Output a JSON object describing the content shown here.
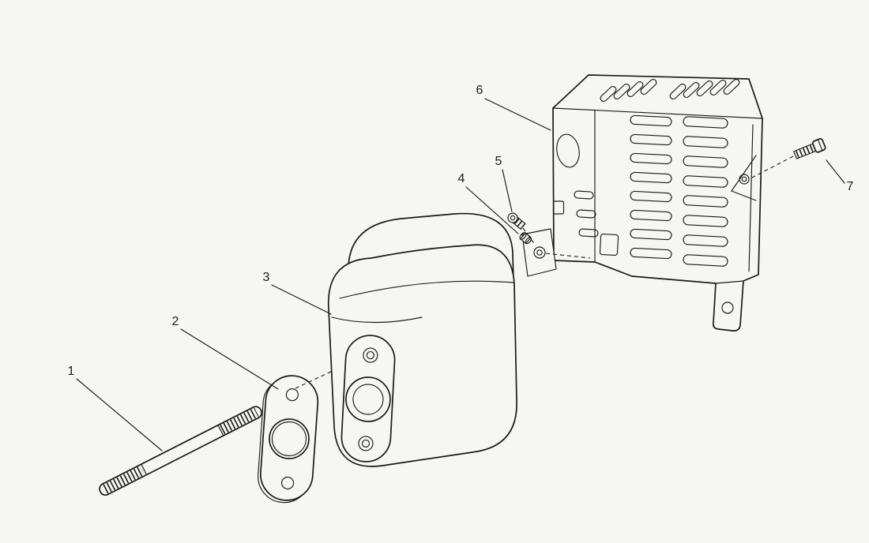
{
  "figure": {
    "type": "exploded-parts-diagram",
    "subject": "muffler-assembly",
    "colors": {
      "background": "#f6f6f3",
      "ink": "#1a1a1a"
    },
    "callouts": [
      {
        "label": "1",
        "part": "mounting-stud"
      },
      {
        "label": "2",
        "part": "exhaust-gasket"
      },
      {
        "label": "3",
        "part": "muffler-body"
      },
      {
        "label": "4",
        "part": "spacer"
      },
      {
        "label": "5",
        "part": "screw"
      },
      {
        "label": "6",
        "part": "heat-shield"
      },
      {
        "label": "7",
        "part": "shield-screw"
      }
    ]
  }
}
